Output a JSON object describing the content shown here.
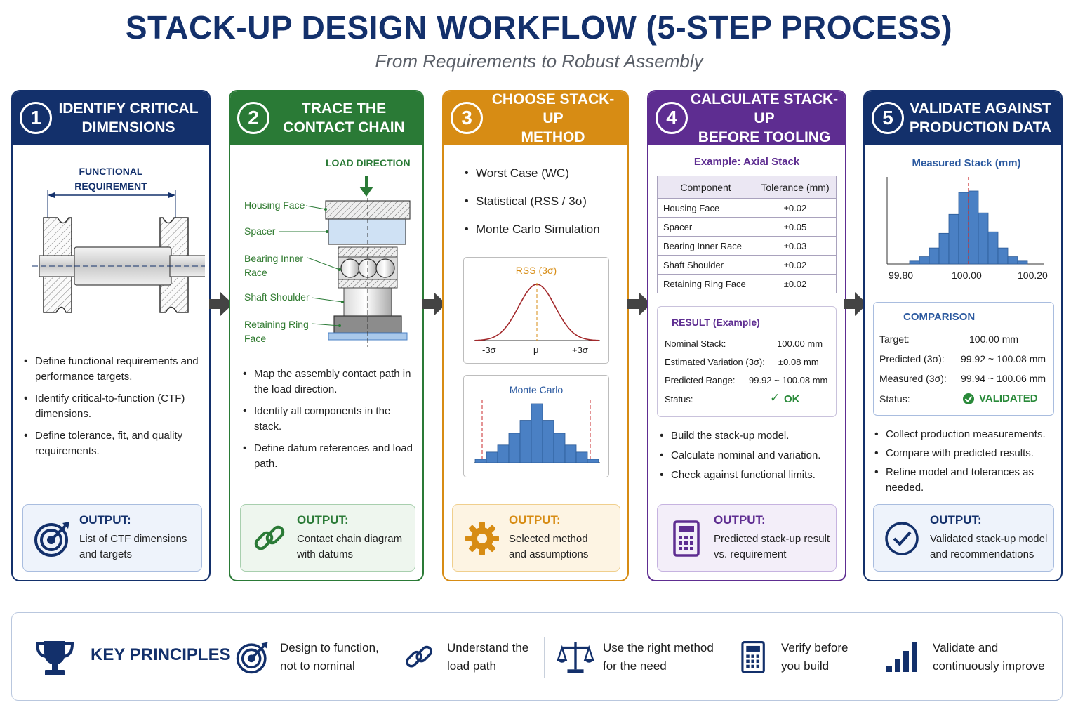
{
  "header": {
    "title": "STACK-UP DESIGN WORKFLOW (5-STEP PROCESS)",
    "subtitle": "From Requirements to Robust Assembly"
  },
  "colors": {
    "step1": "#13306b",
    "step2": "#2a7a36",
    "step3": "#d78c14",
    "step4": "#5e2d91",
    "step5": "#13306b",
    "histogram": "#4a80c4",
    "curve": "#a3282b",
    "ok": "#2a8a3a"
  },
  "steps": [
    {
      "number": "1",
      "title": "IDENTIFY CRITICAL\nDIMENSIONS",
      "diagram_label": "FUNCTIONAL\nREQUIREMENT",
      "bullets": [
        "Define functional requirements and performance targets.",
        "Identify critical-to-function (CTF) dimensions.",
        "Define tolerance, fit, and quality requirements."
      ],
      "output_label": "OUTPUT:",
      "output_text": "List of CTF dimensions\nand targets",
      "output_icon": "target-icon"
    },
    {
      "number": "2",
      "title": "TRACE THE\nCONTACT CHAIN",
      "load_direction": "LOAD DIRECTION",
      "parts": [
        "Housing Face",
        "Spacer",
        "Bearing Inner\nRace",
        "Shaft Shoulder",
        "Retaining Ring\nFace"
      ],
      "bullets": [
        "Map the assembly contact path in the load direction.",
        "Identify all components in the stack.",
        "Define datum references and load path."
      ],
      "output_label": "OUTPUT:",
      "output_text": "Contact chain diagram\nwith datums",
      "output_icon": "chain-link-icon"
    },
    {
      "number": "3",
      "title": "CHOOSE STACK-UP\nMETHOD",
      "methods": [
        "Worst Case (WC)",
        "Statistical (RSS / 3σ)",
        "Monte Carlo Simulation"
      ],
      "rss_title": "RSS (3σ)",
      "rss_ticks": [
        "-3σ",
        "μ",
        "+3σ"
      ],
      "mc_title": "Monte Carlo",
      "mc_bins": [
        0.06,
        0.18,
        0.3,
        0.5,
        0.72,
        1.0,
        0.72,
        0.5,
        0.3,
        0.18,
        0.06
      ],
      "output_label": "OUTPUT:",
      "output_text": "Selected method\nand assumptions",
      "output_icon": "gear-icon"
    },
    {
      "number": "4",
      "title": "CALCULATE STACK-UP\nBEFORE TOOLING",
      "example_title": "Example: Axial Stack",
      "table_headers": [
        "Component",
        "Tolerance (mm)"
      ],
      "table_rows": [
        [
          "Housing Face",
          "±0.02"
        ],
        [
          "Spacer",
          "±0.05"
        ],
        [
          "Bearing Inner Race",
          "±0.03"
        ],
        [
          "Shaft Shoulder",
          "±0.02"
        ],
        [
          "Retaining Ring Face",
          "±0.02"
        ]
      ],
      "result_title": "RESULT (Example)",
      "result_rows": [
        [
          "Nominal Stack:",
          "100.00 mm"
        ],
        [
          "Estimated Variation (3σ):",
          "±0.08 mm"
        ],
        [
          "Predicted Range:",
          "99.92 ~ 100.08 mm"
        ],
        [
          "Status:",
          "OK"
        ]
      ],
      "bullets": [
        "Build the stack-up model.",
        "Calculate nominal and variation.",
        "Check against functional limits."
      ],
      "output_label": "OUTPUT:",
      "output_text": "Predicted stack-up result\nvs. requirement",
      "output_icon": "calculator-icon"
    },
    {
      "number": "5",
      "title": "VALIDATE AGAINST\nPRODUCTION DATA",
      "hist_title": "Measured Stack (mm)",
      "hist_ticks": [
        "99.80",
        "100.00",
        "100.20"
      ],
      "hist_bins": [
        0.04,
        0.1,
        0.22,
        0.42,
        0.68,
        0.98,
        1.0,
        0.7,
        0.44,
        0.22,
        0.1,
        0.04
      ],
      "comparison_title": "COMPARISON",
      "comparison_rows": [
        [
          "Target:",
          "100.00 mm"
        ],
        [
          "Predicted (3σ):",
          "99.92 ~ 100.08 mm"
        ],
        [
          "Measured (3σ):",
          "99.94 ~ 100.06 mm"
        ],
        [
          "Status:",
          "VALIDATED"
        ]
      ],
      "bullets": [
        "Collect production measurements.",
        "Compare with predicted results.",
        "Refine model and tolerances as needed."
      ],
      "output_label": "OUTPUT:",
      "output_text": "Validated stack-up model\nand recommendations",
      "output_icon": "check-circle-icon"
    }
  ],
  "principles": {
    "title": "KEY PRINCIPLES",
    "items": [
      {
        "text": "Design to function,\nnot to nominal",
        "icon": "target-icon"
      },
      {
        "text": "Understand the\nload path",
        "icon": "chain-link-icon"
      },
      {
        "text": "Use the right method\nfor the need",
        "icon": "balance-scale-icon"
      },
      {
        "text": "Verify before\nyou build",
        "icon": "calculator-icon"
      },
      {
        "text": "Validate and\ncontinuously improve",
        "icon": "bar-chart-icon"
      }
    ]
  }
}
